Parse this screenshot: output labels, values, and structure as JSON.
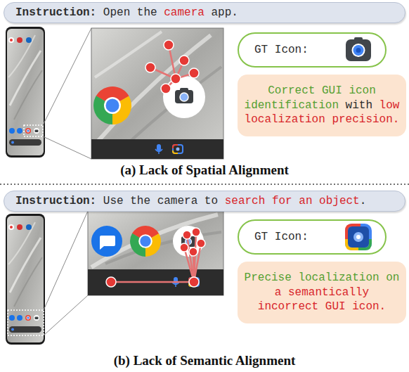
{
  "diagram": {
    "nodes": [
      {
        "text": [
          "Instruction:",
          "Open the",
          "camera",
          "app."
        ]
      },
      {
        "text": [
          "GT Icon:"
        ]
      },
      {
        "text": [
          "Correct GUI icon identification",
          "with",
          "low localization precision."
        ]
      },
      {
        "text": [
          "Instruction:",
          "Use the camera to",
          "search for an object",
          "."
        ]
      },
      {
        "text": [
          "GT Icon:"
        ]
      },
      {
        "text": [
          "Precise localization on",
          "a semantically incorrect GUI icon."
        ]
      }
    ],
    "labels": [
      "(a) Lack of Spatial Alignment",
      "(b) Lack of Semantic Alignment"
    ]
  }
}
